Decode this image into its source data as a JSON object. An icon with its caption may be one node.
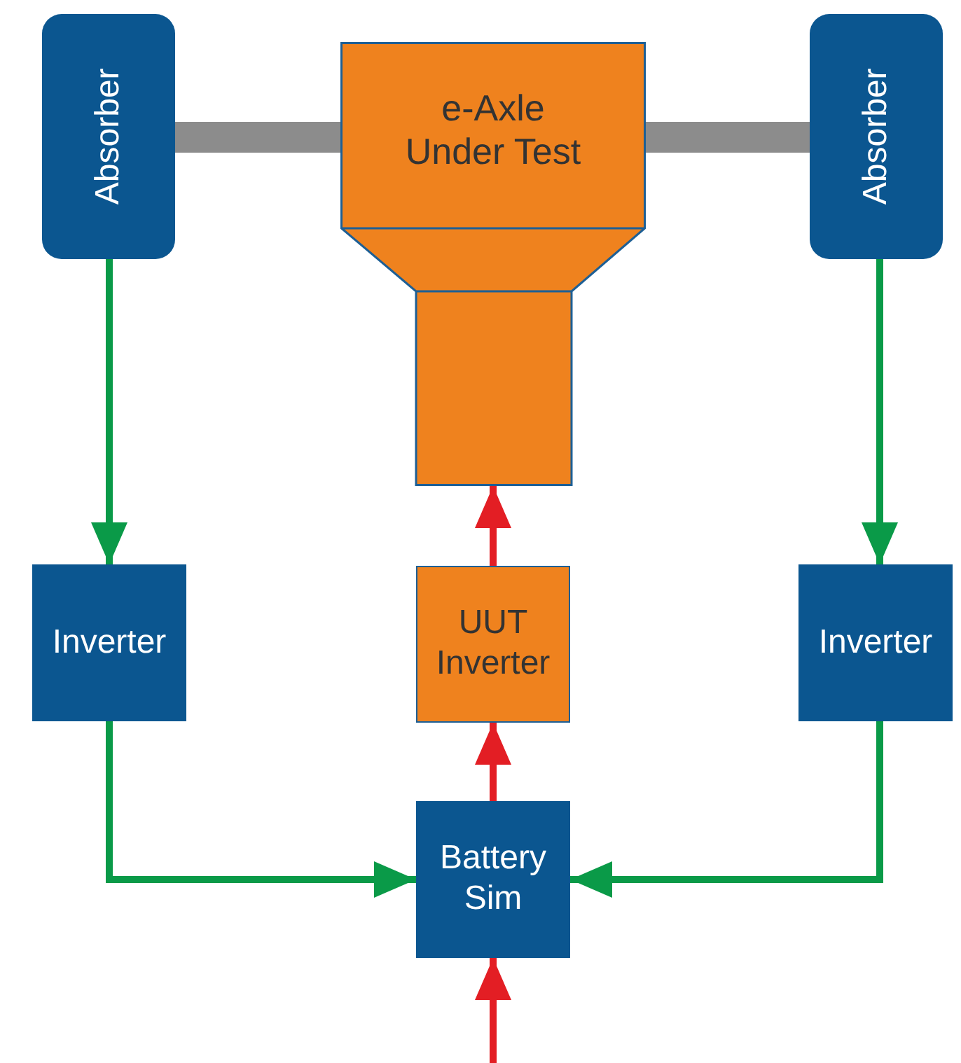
{
  "diagram": {
    "nodes": [
      {
        "text": [
          "Absorber"
        ]
      },
      {
        "text": [
          "e-Axle Under Test"
        ]
      },
      {
        "text": [
          "Absorber"
        ]
      },
      {
        "text": [
          "Inverter"
        ]
      },
      {
        "text": [
          "UUT Inverter"
        ]
      },
      {
        "text": [
          "Inverter"
        ]
      },
      {
        "text": [
          "Battery Sim"
        ]
      }
    ],
    "edges": [
      {
        "from": 0,
        "to": 1,
        "arrow": "none",
        "style": "thick",
        "color": "#8c8c8c"
      },
      {
        "from": 1,
        "to": 2,
        "arrow": "none",
        "style": "thick",
        "color": "#8c8c8c"
      },
      {
        "from": 0,
        "to": 3,
        "arrow": "to"
      },
      {
        "from": 2,
        "to": 5,
        "arrow": "to"
      },
      {
        "from": 3,
        "to": 6,
        "arrow": "to"
      },
      {
        "from": 5,
        "to": 6,
        "arrow": "to"
      },
      {
        "from": 6,
        "to": 4,
        "arrow": "to",
        "color": "#e31e24"
      },
      {
        "from": 4,
        "to": 1,
        "arrow": "to",
        "color": "#e31e24"
      },
      {
        "from": null,
        "to": 6,
        "arrow": "to",
        "color": "#e31e24"
      }
    ]
  }
}
